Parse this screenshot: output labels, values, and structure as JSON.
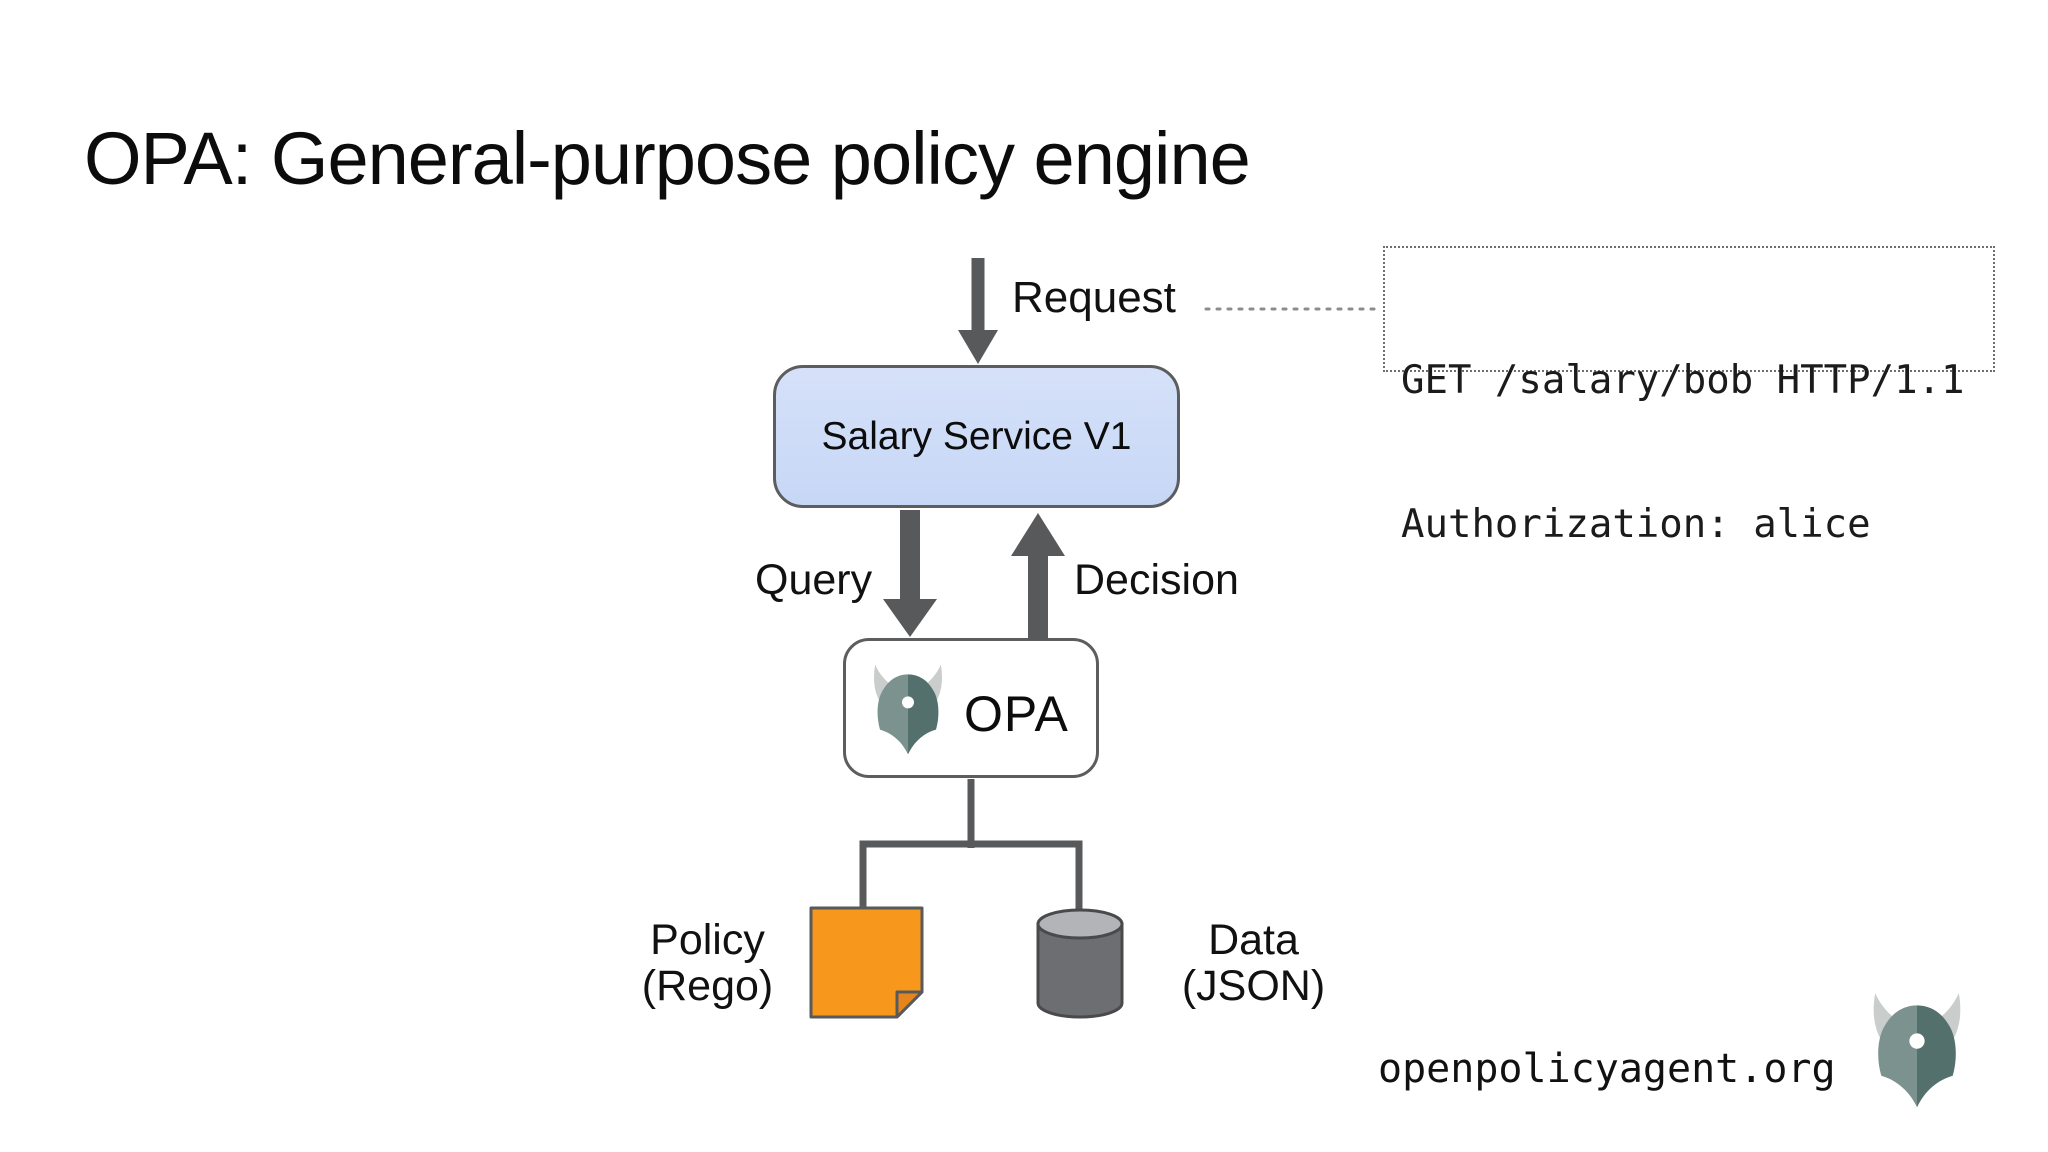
{
  "title": "OPA: General-purpose policy engine",
  "diagram": {
    "request": {
      "label": "Request"
    },
    "code_box": {
      "lines": [
        "GET /salary/bob HTTP/1.1",
        "Authorization: alice"
      ]
    },
    "service_box": {
      "label": "Salary Service V1"
    },
    "query": {
      "label": "Query"
    },
    "decision": {
      "label": "Decision"
    },
    "opa_box": {
      "label": "OPA"
    },
    "policy": {
      "line1": "Policy",
      "line2": "(Rego)"
    },
    "data": {
      "line1": "Data",
      "line2": "(JSON)"
    }
  },
  "footer": {
    "site": "openpolicyagent.org"
  },
  "icons": {
    "opa_logo": "opa-helmet-logo",
    "policy": "document-icon",
    "data": "database-cylinder-icon"
  },
  "colors": {
    "arrow_gray": "#58595b",
    "service_box_fill": "#cdddf7",
    "policy_orange": "#f7981d",
    "policy_fold_orange": "#e5861c",
    "cylinder_body": "#6d6e71",
    "cylinder_top": "#b2b4b7",
    "logo_left_slate": "#7b928f",
    "logo_right_slate": "#53706d",
    "horn_gray": "#c9cdcc"
  }
}
